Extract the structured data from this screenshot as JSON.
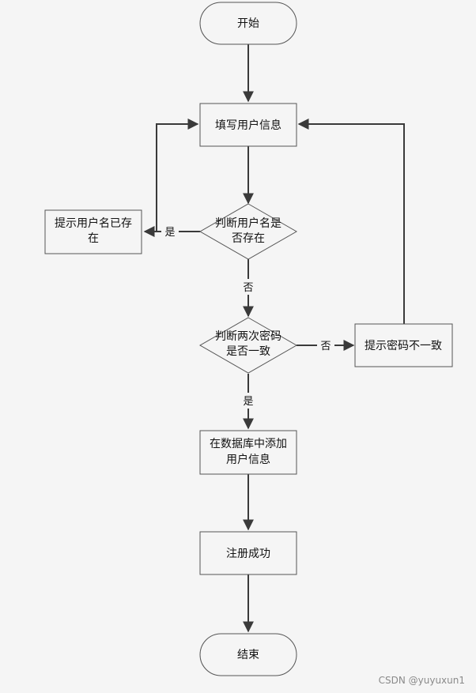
{
  "nodes": {
    "start": [
      "开始"
    ],
    "fill_info": [
      "填写用户信息"
    ],
    "check_username": [
      "判断用户名是",
      "否存在"
    ],
    "username_exists": [
      "提示用户名已存",
      "在"
    ],
    "check_password": [
      "判断两次密码",
      "是否一致"
    ],
    "password_mismatch": [
      "提示密码不一致"
    ],
    "add_to_db": [
      "在数据库中添加",
      "用户信息"
    ],
    "register_success": [
      "注册成功"
    ],
    "end": [
      "结束"
    ]
  },
  "edge_labels": {
    "exists_yes": "是",
    "exists_no": "否",
    "password_no": "否",
    "password_yes": "是"
  },
  "watermark": "CSDN @yuyuxun1"
}
